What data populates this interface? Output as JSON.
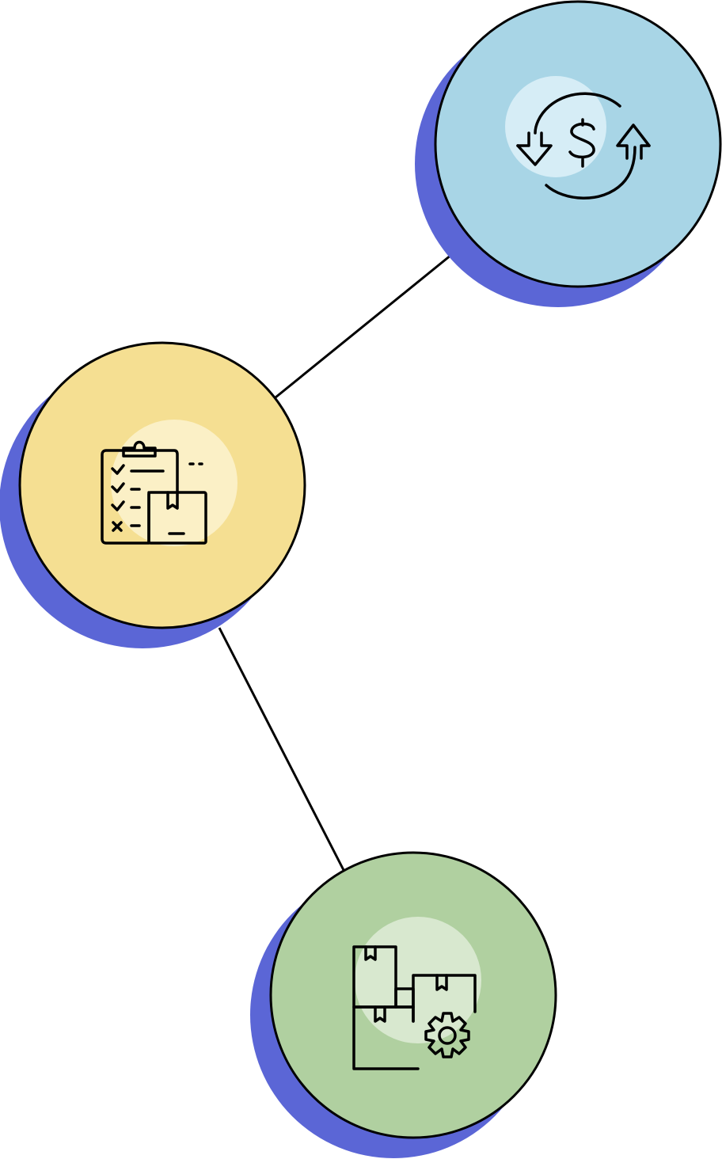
{
  "colors": {
    "background": "#ffffff",
    "shadow": "#5b66d6",
    "stroke": "#000000",
    "highlight_light": "#ffffff"
  },
  "nodes": [
    {
      "id": "money-cycle",
      "icon": "dollar-cycle-icon",
      "fill": "#a8d5e6",
      "highlight": "#d6edf6"
    },
    {
      "id": "inventory-checklist",
      "icon": "clipboard-box-icon",
      "fill": "#f5df92",
      "highlight": "#fbf0c6"
    },
    {
      "id": "warehouse-settings",
      "icon": "boxes-gear-icon",
      "fill": "#b0d0a0",
      "highlight": "#d8e8cf"
    }
  ],
  "connectors": [
    {
      "from": "money-cycle",
      "to": "inventory-checklist"
    },
    {
      "from": "inventory-checklist",
      "to": "warehouse-settings"
    }
  ]
}
